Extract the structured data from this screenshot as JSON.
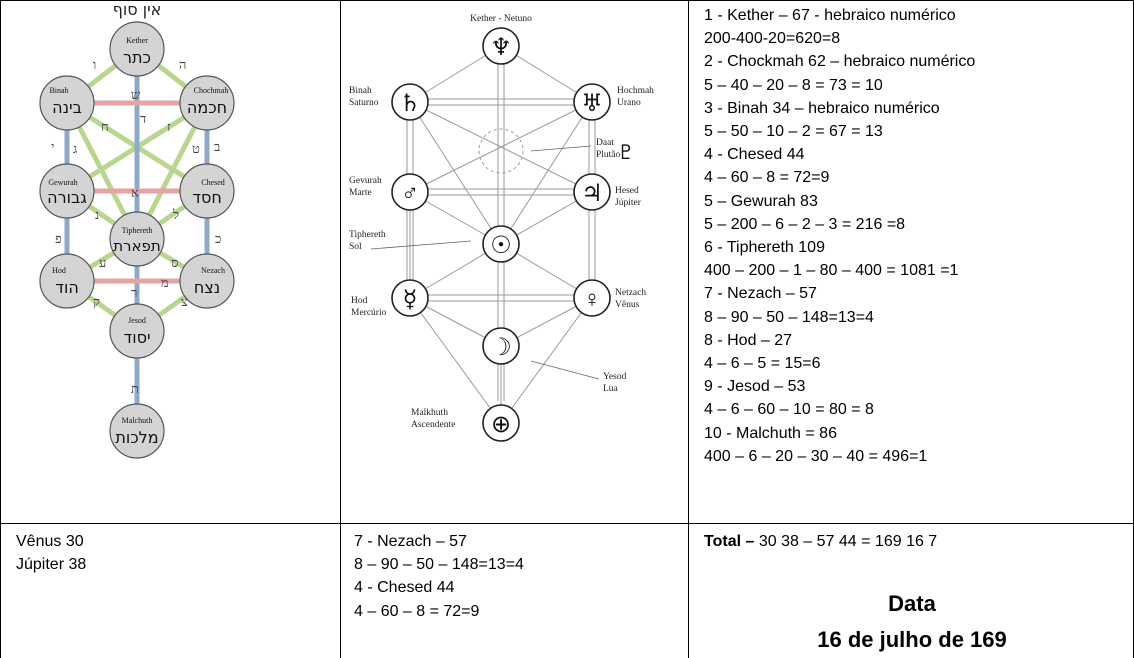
{
  "tree_left": {
    "top_label": "אין סוף",
    "sephiroth": [
      {
        "latin": "Kether",
        "hebrew": "כתר"
      },
      {
        "latin": "Binah",
        "hebrew": "בינה"
      },
      {
        "latin": "Chochmah",
        "hebrew": "חכמה"
      },
      {
        "latin": "Gewurah",
        "hebrew": "גבורה"
      },
      {
        "latin": "Chesed",
        "hebrew": "חסד"
      },
      {
        "latin": "Tiphereth",
        "hebrew": "תפארת"
      },
      {
        "latin": "Hod",
        "hebrew": "הוד"
      },
      {
        "latin": "Nezach",
        "hebrew": "נצח"
      },
      {
        "latin": "Jesod",
        "hebrew": "יסוד"
      },
      {
        "latin": "Malchuth",
        "hebrew": "מלכות"
      }
    ],
    "path_letters": [
      "ו",
      "ה",
      "ש",
      "ד",
      "ח",
      "ז",
      "י",
      "ב",
      "ג",
      "ט",
      "א",
      "ל",
      "נ",
      "פ",
      "כ",
      "ע",
      "ס",
      "מ",
      "ר",
      "ק",
      "צ",
      "ת"
    ]
  },
  "tree_right": {
    "labels": [
      "Kether - Netuno",
      "Binah",
      "Saturno",
      "Hochmah",
      "Urano",
      "Daat",
      "Plutão",
      "Gevurah",
      "Marte",
      "Hesed",
      "Júpiter",
      "Tiphereth",
      "Sol",
      "Hod",
      "Mercúrio",
      "Netzach",
      "Vênus",
      "Yesod",
      "Lua",
      "Malkhuth",
      "Ascendente"
    ],
    "symbols": [
      "♆",
      "♄",
      "♅",
      "♂",
      "♃",
      "☉",
      "☿",
      "♀",
      "☽",
      "⊕",
      "♇"
    ]
  },
  "numerology": [
    "1 - Kether – 67 - hebraico numérico",
    "200-400-20=620=8",
    "2 - Chockmah 62 – hebraico numérico",
    "5 – 40 – 20 – 8 = 73 = 10",
    "3 - Binah 34 – hebraico numérico",
    "5 – 50 – 10 – 2 = 67  = 13",
    "4 - Chesed 44",
    "4 – 60 – 8 = 72=9",
    "5 – Gewurah 83",
    "5 – 200 – 6 – 2 – 3 = 216 =8",
    "6 - Tiphereth 109",
    "400 – 200 – 1 – 80 – 400 = 1081 =1",
    "7 - Nezach – 57",
    "8 – 90 – 50 – 148=13=4",
    "8 - Hod – 27",
    "4 – 6 – 5 = 15=6",
    "9 - Jesod – 53",
    "4 – 6 – 60 – 10 = 80 = 8",
    "10 - Malchuth = 86",
    "400 – 6 – 20 – 30 – 40 = 496=1"
  ],
  "bottom_left": [
    "Vênus 30",
    "Júpiter 38"
  ],
  "bottom_middle": [
    "7 - Nezach – 57",
    "8 – 90 – 50 – 148=13=4",
    "4 - Chesed 44",
    "4 – 60 – 8 = 72=9"
  ],
  "bottom_right": {
    "total_label": "Total –",
    "total_value": " 30 38 – 57 44 = 169 16 7",
    "data_title": "Data",
    "data_date": "16 de julho de 169"
  }
}
